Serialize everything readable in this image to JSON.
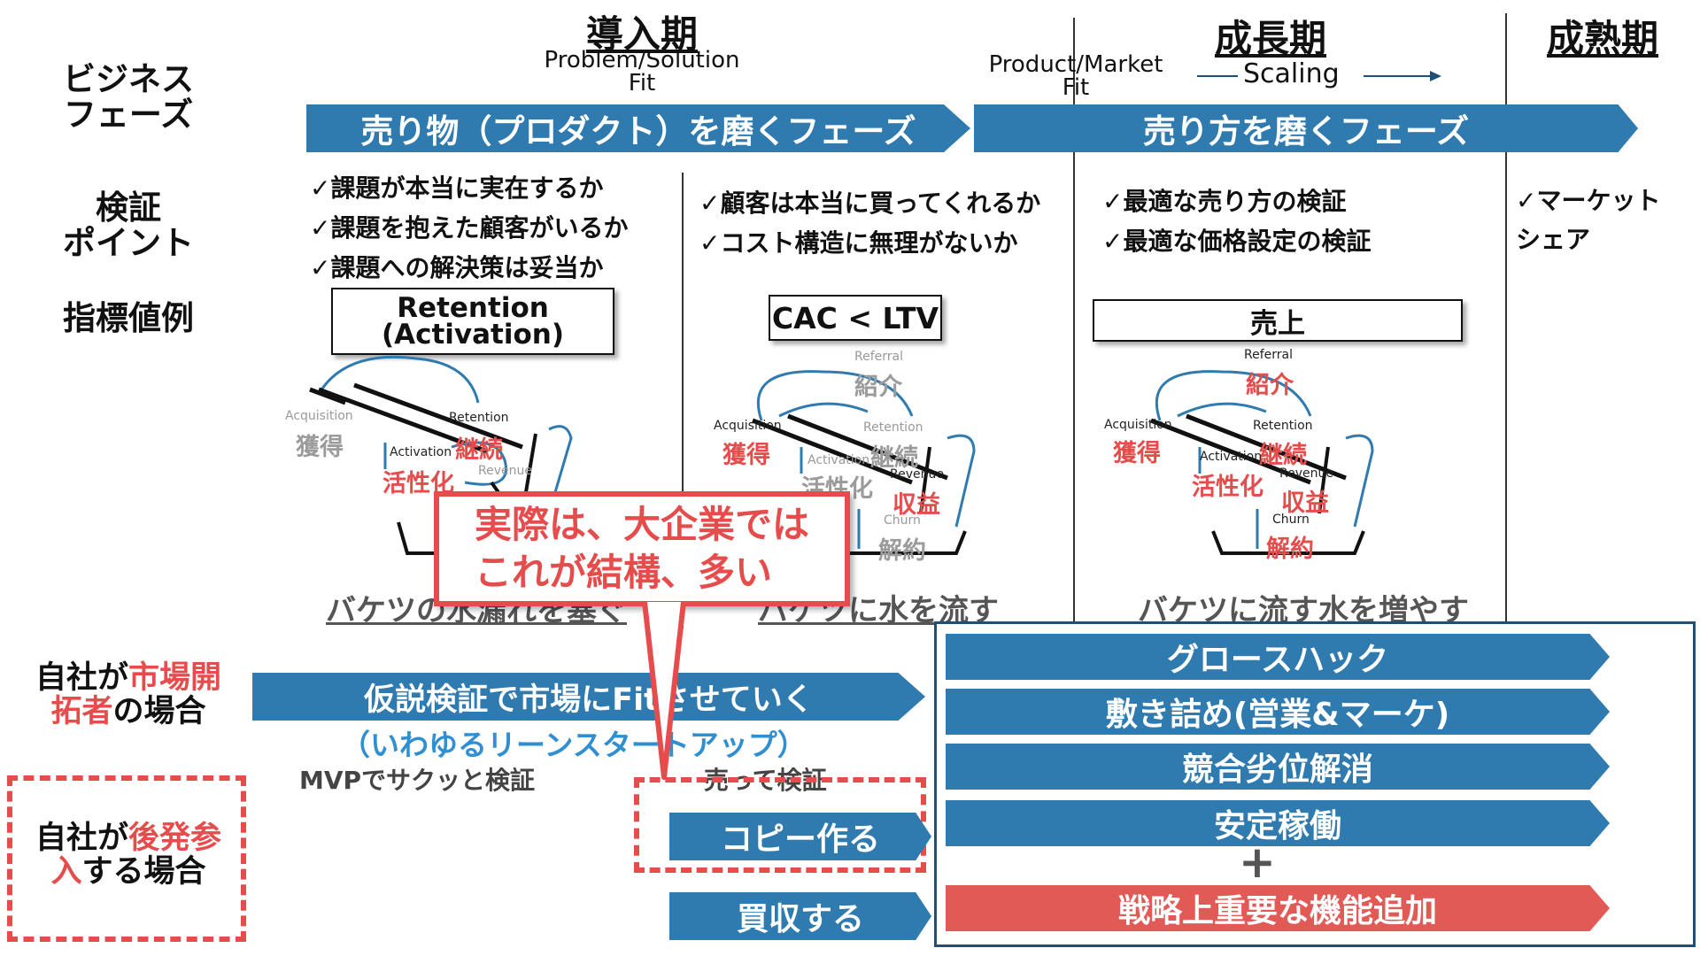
{
  "phases": {
    "intro": {
      "title": "導入期",
      "subtitle": "Problem/Solution\nFit"
    },
    "growth": {
      "title": "成長期",
      "pmf": "Product/Market\nFit",
      "scaling": "Scaling"
    },
    "mature": {
      "title": "成熟期"
    }
  },
  "row_labels": {
    "business_phase": "ビジネス\nフェーズ",
    "verification": "検証\nポイント",
    "metric_example": "指標値例"
  },
  "phase_arrows": {
    "product": "売り物（プロダクト）を磨くフェーズ",
    "sales": "売り方を磨くフェーズ"
  },
  "checks": {
    "col1": [
      "✓課題が本当に実在するか",
      "✓課題を抱えた顧客がいるか",
      "✓課題への解決策は妥当か"
    ],
    "col2": [
      "✓顧客は本当に買ってくれるか",
      "✓コスト構造に無理がないか"
    ],
    "col3": [
      "✓最適な売り方の検証",
      "✓最適な価格設定の検証"
    ],
    "col4": [
      "✓マーケット\nシェア"
    ]
  },
  "metrics": {
    "m1": "Retention\n(Activation)",
    "m2": "CAC < LTV",
    "m3": "売上"
  },
  "funnel": {
    "referral_en": "Referral",
    "referral_jp": "紹介",
    "acquisition_en": "Acquisition",
    "acquisition_jp": "獲得",
    "retention_en": "Retention",
    "retention_jp": "継続",
    "activation_en": "Activation",
    "activation_jp": "活性化",
    "revenue_en": "Revenue",
    "revenue_jp": "収益",
    "churn_en": "Churn",
    "churn_jp": "解約"
  },
  "bucket_captions": {
    "c1": "バケツの水漏れを塞ぐ",
    "c2": "バケツに水を流す",
    "c3": "バケツに流す水を増やす"
  },
  "callout": "実際は、大企業では\nこれが結構、多い",
  "scenarios": {
    "pioneer_label_pre": "自社が",
    "pioneer_label_red": "市場開\n拓者",
    "pioneer_label_post": "の場合",
    "late_label_pre": "自社が",
    "late_label_red": "後発参\n入",
    "late_label_post": "する場合",
    "hypothesis_arrow": "仮説検証で市場にFitさせていく",
    "lean_startup": "（いわゆるリーンスタートアップ）",
    "mvp": "MVPでサクッと検証",
    "sell_verify": "売って検証",
    "copy": "コピー作る",
    "acquire": "買収する"
  },
  "growth_actions": [
    "グロースハック",
    "敷き詰め(営業&マーケ)",
    "競合劣位解消",
    "安定稼働"
  ],
  "plus": "+",
  "strategic": "戦略上重要な機能追加",
  "colors": {
    "blue": "#2f7bb0",
    "red": "#e64c4c",
    "navy": "#1f4e79"
  }
}
